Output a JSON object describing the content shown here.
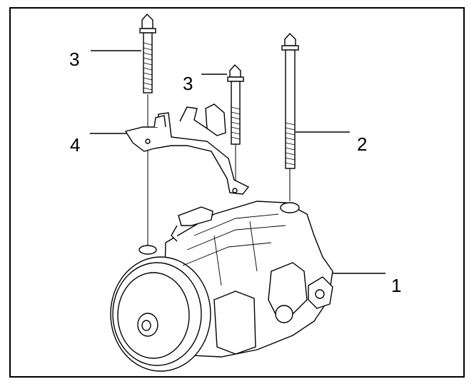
{
  "callouts": [
    {
      "id": "c3a",
      "label": "3"
    },
    {
      "id": "c3b",
      "label": "3"
    },
    {
      "id": "c4",
      "label": "4"
    },
    {
      "id": "c2",
      "label": "2"
    },
    {
      "id": "c1",
      "label": "1"
    }
  ],
  "colors": {
    "line": "#000000",
    "background": "#ffffff"
  }
}
